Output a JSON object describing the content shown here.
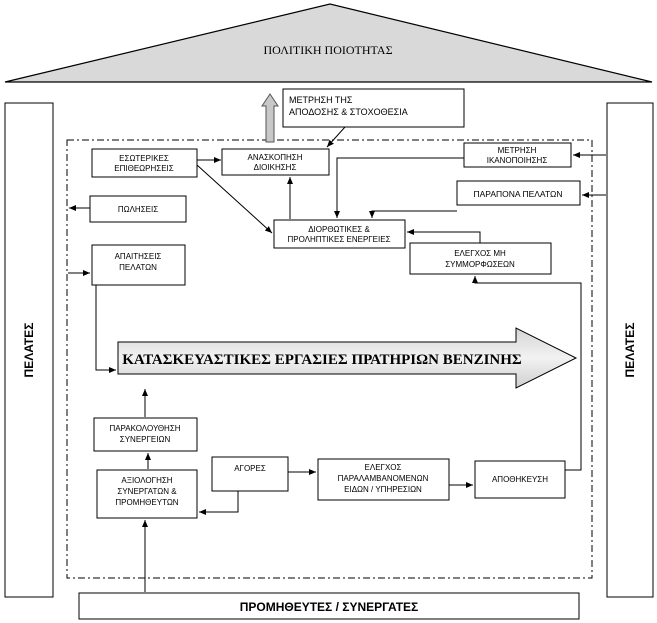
{
  "roof": {
    "label": "ΠΟΛΙΤΙΚΗ ΠΟΙΟΤΗΤΑΣ"
  },
  "pillars": {
    "left": "ΠΕΛΑΤΕΣ",
    "right": "ΠΕΛΑΤΕΣ"
  },
  "base": {
    "label": "ΠΡΟΜΗΘΕΥΤΕΣ / ΣΥΝΕΡΓΑΤΕΣ"
  },
  "main_process": {
    "label": "ΚΑΤΑΣΚΕΥΑΣΤΙΚΕΣ ΕΡΓΑΣΙΕΣ ΠΡΑΤΗΡΙΩΝ ΒΕΝΖΙΝΗΣ"
  },
  "boxes": {
    "measurement_line1": "ΜΕΤΡΗΣΗ ΤΗΣ",
    "measurement_line2": "ΑΠΟΔΟΣΗΣ & ΣΤΟΧΟΘΕΣΙΑ",
    "internal_audits_line1": "ΕΣΩΤΕΡΙΚΕΣ",
    "internal_audits_line2": "ΕΠΙΘΕΩΡΗΣΕΙΣ",
    "management_review_line1": "ΑΝΑΣΚΟΠΗΣΗ",
    "management_review_line2": "ΔΙΟΙΚΗΣΗΣ",
    "satisfaction_line1": "ΜΕΤΡΗΣΗ",
    "satisfaction_line2": "ΙΚΑΝΟΠΟΙΗΣΗΣ",
    "complaints": "ΠΑΡΑΠΟΝΑ ΠΕΛΑΤΩΝ",
    "sales": "ΠΩΛΗΣΕΙΣ",
    "corrective_line1": "ΔΙΟΡΘΩΤΙΚΕΣ &",
    "corrective_line2": "ΠΡΟΛΗΠΤΙΚΕΣ ΕΝΕΡΓΕΙΕΣ",
    "nonconformity_line1": "ΕΛΕΓΧΟΣ ΜΗ",
    "nonconformity_line2": "ΣΥΜΜΟΡΦΩΣΕΩΝ",
    "requirements_line1": "ΑΠΑΙΤΗΣΕΙΣ",
    "requirements_line2": "ΠΕΛΑΤΩΝ",
    "monitoring_line1": "ΠΑΡΑΚΟΛΟΥΘΗΣΗ",
    "monitoring_line2": "ΣΥΝΕΡΓΕΙΩΝ",
    "evaluation_line1": "ΑΞΙΟΛΟΓΗΣΗ",
    "evaluation_line2": "ΣΥΝΕΡΓΑΤΩΝ &",
    "evaluation_line3": "ΠΡΟΜΗΘΕΥΤΩΝ",
    "purchases": "ΑΓΟΡΕΣ",
    "inspection_line1": "ΕΛΕΓΧΟΣ",
    "inspection_line2": "ΠΑΡΑΛΑΜΒΑΝΟΜΕΝΩΝ",
    "inspection_line3": "ΕΙΔΩΝ / ΥΠΗΡΕΣΙΩΝ",
    "storage": "ΑΠΟΘΗΚΕΥΣΗ"
  }
}
